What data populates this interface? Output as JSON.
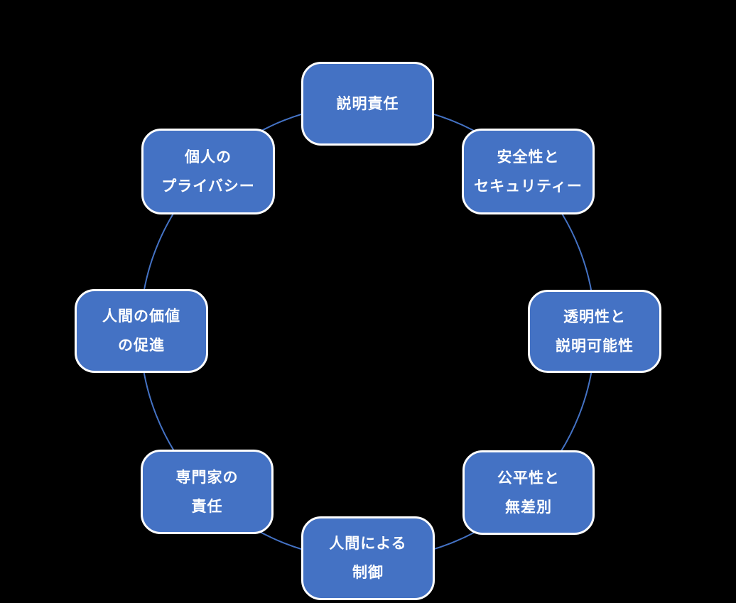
{
  "diagram": {
    "type": "cycle",
    "colors": {
      "background": "#000000",
      "node_fill": "#4472C4",
      "node_border": "#FFFFFF",
      "node_text": "#FFFFFF",
      "connector": "#4472C4"
    },
    "nodes": [
      {
        "id": "accountability",
        "position": "top",
        "lines": [
          "説明責任"
        ]
      },
      {
        "id": "safety-and-security",
        "position": "top-right",
        "lines": [
          "安全性と",
          "セキュリティー"
        ]
      },
      {
        "id": "transparency-and-explainability",
        "position": "right",
        "lines": [
          "透明性と",
          "説明可能性"
        ]
      },
      {
        "id": "fairness-and-nondiscrimination",
        "position": "bottom-right",
        "lines": [
          "公平性と",
          "無差別"
        ]
      },
      {
        "id": "human-control",
        "position": "bottom",
        "lines": [
          "人間による",
          "制御"
        ]
      },
      {
        "id": "professional-responsibility",
        "position": "bottom-left",
        "lines": [
          "専門家の",
          "責任"
        ]
      },
      {
        "id": "promotion-of-human-values",
        "position": "left",
        "lines": [
          "人間の価値",
          "の促進"
        ]
      },
      {
        "id": "personal-privacy",
        "position": "top-left",
        "lines": [
          "個人の",
          "プライバシー"
        ]
      }
    ]
  }
}
